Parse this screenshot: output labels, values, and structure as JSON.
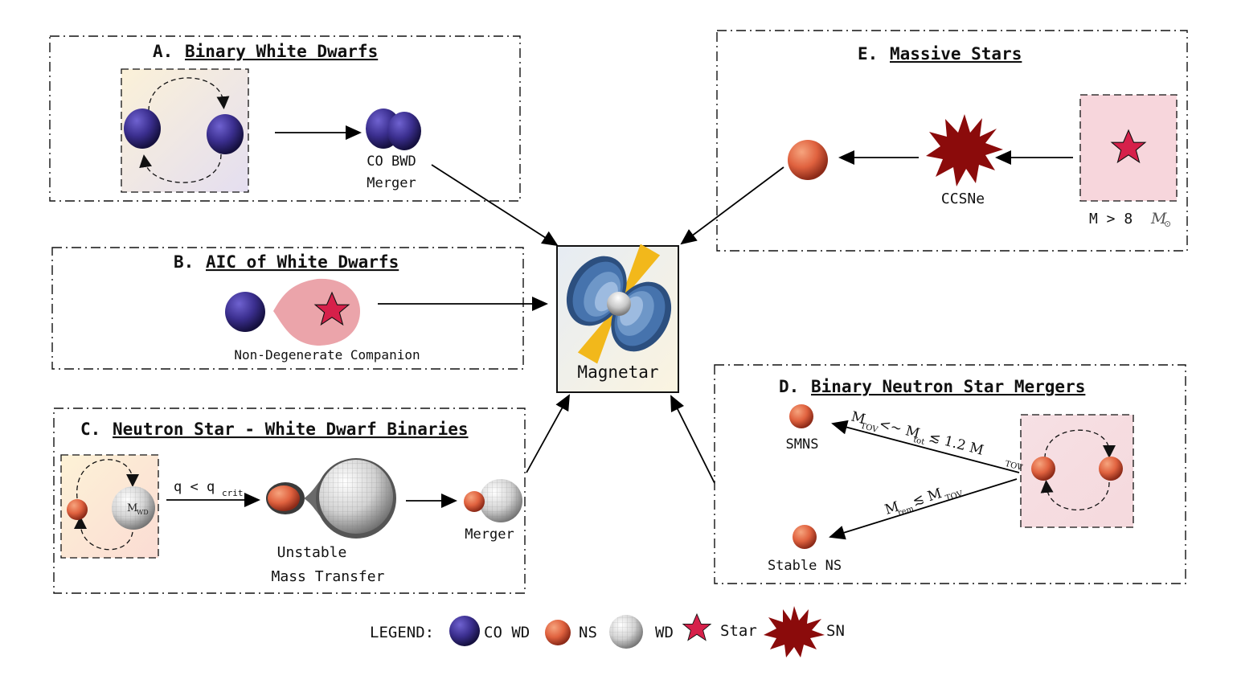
{
  "panels": {
    "A": {
      "letter": "A.",
      "name": "Binary White Dwarfs",
      "label_line1": "CO BWD",
      "label_line2": "Merger"
    },
    "B": {
      "letter": "B.",
      "name": "AIC of White Dwarfs",
      "label": "Non-Degenerate Companion"
    },
    "C": {
      "letter": "C.",
      "name": "Neutron Star - White Dwarf Binaries",
      "mwd": "M",
      "mwd_sub": "WD",
      "arrow_q": "q < q",
      "arrow_q_sub": "crit",
      "stage_line1": "Unstable",
      "stage_line2": "Mass Transfer",
      "merger": "Merger"
    },
    "D": {
      "letter": "D.",
      "name": "Binary Neutron Star Mergers",
      "smns": "SMNS",
      "stable": "Stable NS",
      "upper_cond": "M",
      "upper_cond_sub1": "TOV",
      "upper_cond_mid": " <~ M",
      "upper_cond_sub2": "tot",
      "upper_cond_tail": " ≲ 1.2 M",
      "upper_cond_sub3": "TOV",
      "lower_cond": "M",
      "lower_cond_sub1": "rem",
      "lower_cond_mid": " ≲ M",
      "lower_cond_sub2": "TOV"
    },
    "E": {
      "letter": "E.",
      "name": "Massive Stars",
      "ccsne": "CCSNe",
      "mass_cond": "M > 8",
      "msun": "M",
      "msun_sub": "⊙"
    }
  },
  "center": {
    "label": "Magnetar"
  },
  "legend": {
    "title": "LEGEND:",
    "items": [
      "CO WD",
      "NS",
      "WD",
      "Star",
      "SN"
    ]
  },
  "colors": {
    "co_wd": "#3b2f8f",
    "ns": "#e0623f",
    "wd": "#d9d9d9",
    "star": "#d6204a",
    "sn": "#8b0b0b",
    "magnetar_lobe": "#3f6fa8",
    "beam": "#f2b81b"
  }
}
